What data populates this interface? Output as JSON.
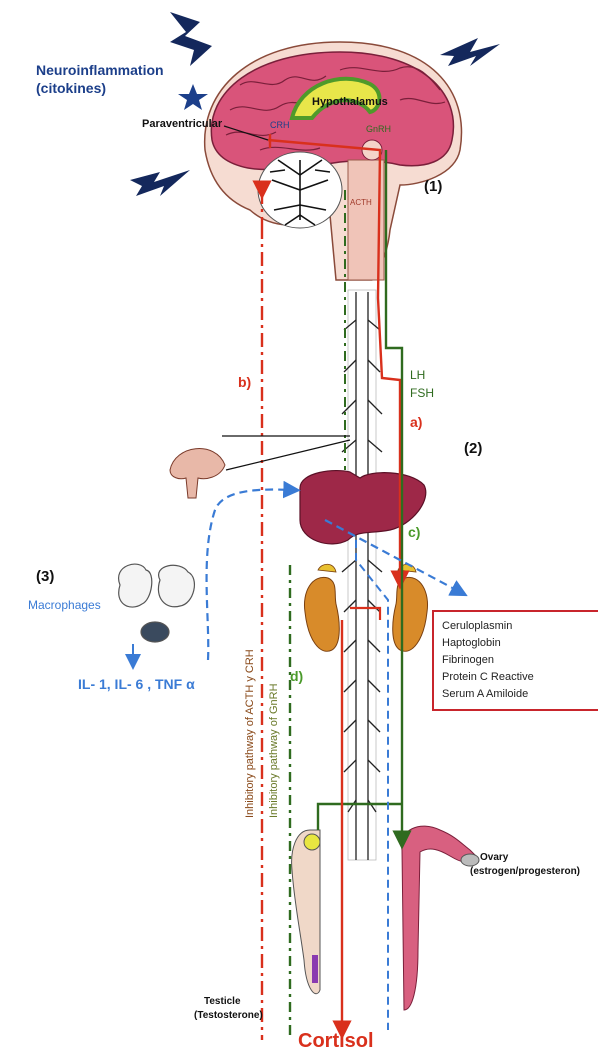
{
  "labels": {
    "neuroinflammation": "Neuroinflammation",
    "citokines": "(citokines)",
    "hypothalamus": "Hypothalamus",
    "paraventricular": "Paraventricular",
    "crh": "CRH",
    "gnrh": "GnRH",
    "acth": "ACTH",
    "step1": "(1)",
    "step2": "(2)",
    "step3": "(3)",
    "lh": "LH",
    "fsh": "FSH",
    "a": "a)",
    "b": "b)",
    "c": "c)",
    "d": "d)",
    "macrophages": "Macrophages",
    "interleukins": "IL- 1,  IL- 6 ,  TNF α",
    "inhibitory_acth": "Inhibitory pathway of ACTH y CRH",
    "inhibitory_gnrh": "Inhibitory pathway of GnRH",
    "ovary": "Ovary",
    "ovary_hormones": "(estrogen/progesteron)",
    "testicle": "Testicle",
    "testicle_hormone": "(Testosterone)",
    "cortisol": "Cortisol"
  },
  "acute_phase_proteins": [
    "Ceruloplasmin",
    "Haptoglobin",
    "Fibrinogen",
    "Protein C Reactive",
    "Serum A Amiloide"
  ],
  "colors": {
    "red": "#d9301c",
    "green": "#2f6b1f",
    "blue": "#3a7bd5",
    "navy": "#1c3f8a",
    "brain": "#d9547a",
    "organ": "#9e2848"
  }
}
